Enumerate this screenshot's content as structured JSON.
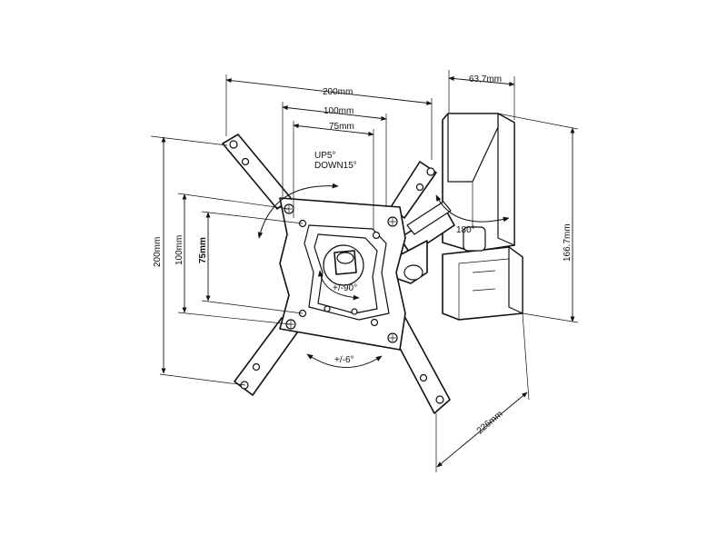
{
  "dimensions": {
    "width_200mm": "200mm",
    "width_100mm": "100mm",
    "width_75mm": "75mm",
    "depth_63_7mm": "63,7mm",
    "height_166_7mm": "166.7mm",
    "height_200mm": "200mm",
    "height_100mm": "100mm",
    "height_75mm": "75mm",
    "extension_226mm": "226mm"
  },
  "rotations": {
    "tilt_up": "UP5°",
    "tilt_down": "DOWN15°",
    "swivel": "180°",
    "rotate": "+/-90°",
    "level": "+/-6°"
  }
}
